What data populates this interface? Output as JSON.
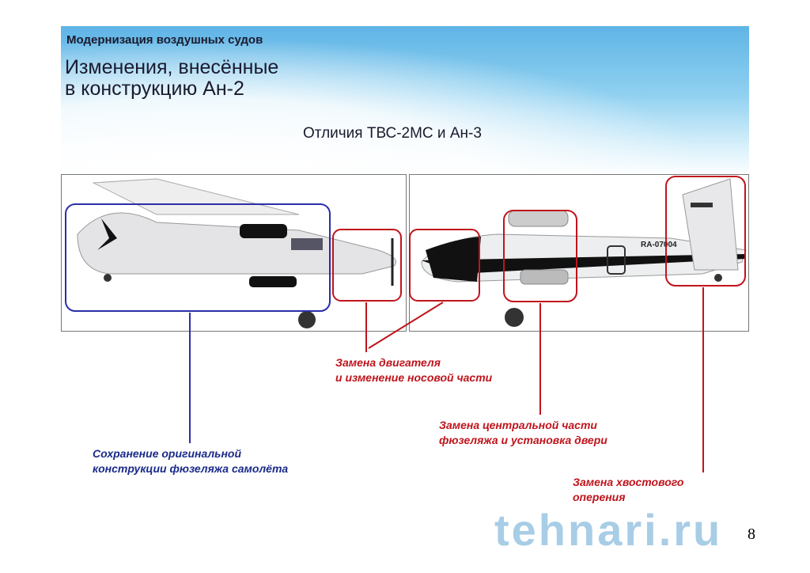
{
  "header": {
    "subtitle": "Модернизация воздушных судов",
    "title_line1": "Изменения, внесённые",
    "title_line2": "в конструкцию Ан-2",
    "caption": "Отличия ТВС-2МС и Ан-3"
  },
  "aircraft": {
    "registration": "RA-07004"
  },
  "callouts": {
    "engine": [
      "Замена двигателя",
      "и изменение носовой части"
    ],
    "center": [
      "Замена центральной части",
      "фюзеляжа и установка двери"
    ],
    "tail": [
      "Замена хвостового",
      "оперения"
    ],
    "fuselage": [
      "Сохранение оригинальной",
      "конструкции фюзеляжа самолёта"
    ]
  },
  "watermark": "tehnari.ru",
  "page_number": "8",
  "colors": {
    "red": "#c0141c",
    "blue": "#1a2a8a"
  }
}
